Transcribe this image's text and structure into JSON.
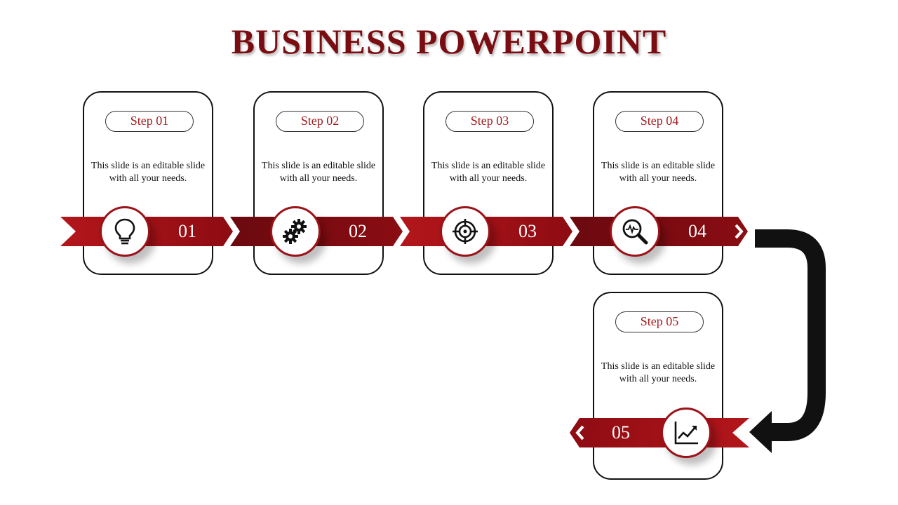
{
  "title": "BUSINESS POWERPOINT",
  "colors": {
    "accent": "#a51c1f",
    "dark_accent": "#6e0a10",
    "title": "#7a0d12",
    "arrow": "#111111"
  },
  "steps": [
    {
      "label": "Step 01",
      "text": "This slide is an editable slide with all your needs.",
      "number": "01",
      "icon": "lightbulb-icon"
    },
    {
      "label": "Step 02",
      "text": "This slide is an editable slide with all your needs.",
      "number": "02",
      "icon": "gears-icon"
    },
    {
      "label": "Step 03",
      "text": "This slide is an editable slide with all your needs.",
      "number": "03",
      "icon": "target-icon"
    },
    {
      "label": "Step 04",
      "text": "This slide is an editable slide with all your needs.",
      "number": "04",
      "icon": "magnifier-pulse-icon"
    },
    {
      "label": "Step 05",
      "text": "This slide is an editable slide with all your needs.",
      "number": "05",
      "icon": "line-chart-icon"
    }
  ]
}
